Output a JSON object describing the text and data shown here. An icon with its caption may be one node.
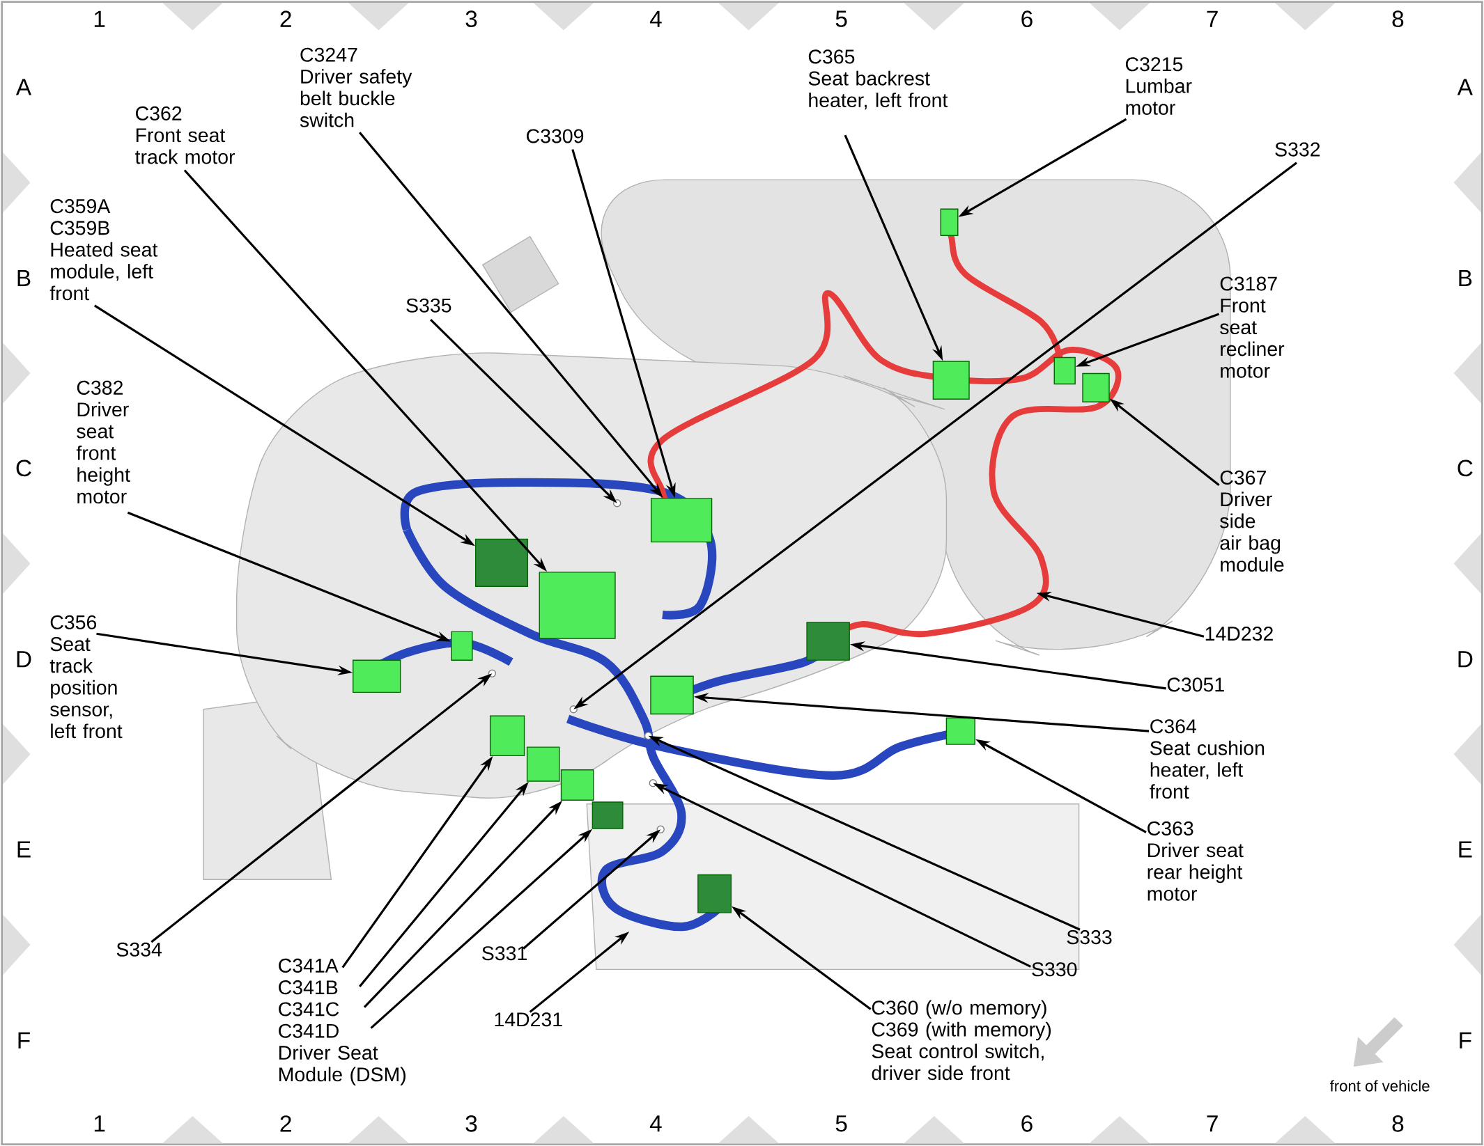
{
  "diagram": {
    "nodes": [
      {
        "text": [
          "C3247",
          "Driver safety belt buckle switch"
        ]
      },
      {
        "text": [
          "C362",
          "Front seat track motor"
        ]
      },
      {
        "text": [
          "C3309"
        ]
      },
      {
        "text": [
          "C365",
          "Seat backrest heater, left front"
        ]
      },
      {
        "text": [
          "C3215",
          "Lumbar motor"
        ]
      },
      {
        "text": [
          "S332"
        ]
      },
      {
        "text": [
          "C359A",
          "C359B",
          "Heated seat module, left front"
        ]
      },
      {
        "text": [
          "S335"
        ]
      },
      {
        "text": [
          "C3187",
          "Front seat recliner motor"
        ]
      },
      {
        "text": [
          "C382",
          "Driver seat front height motor"
        ]
      },
      {
        "text": [
          "C367",
          "Driver side air bag module"
        ]
      },
      {
        "text": [
          "C356",
          "Seat track position sensor, left front"
        ]
      },
      {
        "text": [
          "14D232"
        ]
      },
      {
        "text": [
          "C3051"
        ]
      },
      {
        "text": [
          "C364",
          "Seat cushion heater, left front"
        ]
      },
      {
        "text": [
          "C363",
          "Driver seat rear height motor"
        ]
      },
      {
        "text": [
          "S334"
        ]
      },
      {
        "text": [
          "S333"
        ]
      },
      {
        "text": [
          "C341A",
          "C341B",
          "C341C",
          "C341D",
          "Driver Seat Module (DSM)"
        ]
      },
      {
        "text": [
          "S331"
        ]
      },
      {
        "text": [
          "S330"
        ]
      },
      {
        "text": [
          "14D231"
        ]
      },
      {
        "text": [
          "C360 (w/o memory)",
          "C369 (with memory)",
          "Seat control switch, driver side front"
        ]
      },
      {
        "text": [],
        "shape": "box"
      },
      {
        "text": [],
        "shape": "box"
      },
      {
        "text": [],
        "shape": "box"
      },
      {
        "text": [],
        "shape": "box"
      },
      {
        "text": [],
        "shape": "box"
      },
      {
        "text": [],
        "shape": "box"
      },
      {
        "text": [],
        "shape": "box"
      },
      {
        "text": [],
        "shape": "box"
      },
      {
        "text": [],
        "shape": "box"
      },
      {
        "text": [],
        "shape": "box"
      },
      {
        "text": [],
        "shape": "box"
      },
      {
        "text": [],
        "shape": "box"
      },
      {
        "text": [],
        "shape": "box"
      },
      {
        "text": [],
        "shape": "box"
      },
      {
        "text": [],
        "shape": "box"
      },
      {
        "text": [],
        "shape": "box"
      },
      {
        "text": [],
        "shape": "box"
      }
    ],
    "edges": [
      {
        "from": 0,
        "to": 31,
        "arrow": "to"
      },
      {
        "from": 1,
        "to": 28,
        "arrow": "to"
      },
      {
        "from": 2,
        "to": 31,
        "arrow": "to"
      },
      {
        "from": 3,
        "to": 36,
        "arrow": "to"
      },
      {
        "from": 4,
        "to": 35,
        "arrow": "to"
      },
      {
        "from": 5,
        "to": null,
        "arrow": "to"
      },
      {
        "from": 6,
        "to": 25,
        "arrow": "to"
      },
      {
        "from": 7,
        "to": null,
        "arrow": "to"
      },
      {
        "from": 8,
        "to": 38,
        "arrow": "to"
      },
      {
        "from": 9,
        "to": 24,
        "arrow": "to"
      },
      {
        "from": 10,
        "to": 39,
        "arrow": "to"
      },
      {
        "from": 11,
        "to": 23,
        "arrow": "to"
      },
      {
        "from": 12,
        "to": null,
        "arrow": "to"
      },
      {
        "from": 13,
        "to": 34,
        "arrow": "to"
      },
      {
        "from": 14,
        "to": 32,
        "arrow": "to"
      },
      {
        "from": 15,
        "to": 37,
        "arrow": "to"
      },
      {
        "from": 16,
        "to": null,
        "arrow": "to"
      },
      {
        "from": 17,
        "to": null,
        "arrow": "to"
      },
      {
        "from": 18,
        "to": 26,
        "arrow": "to"
      },
      {
        "from": 18,
        "to": 27,
        "arrow": "to"
      },
      {
        "from": 18,
        "to": 29,
        "arrow": "to"
      },
      {
        "from": 18,
        "to": 30,
        "arrow": "to"
      },
      {
        "from": 19,
        "to": null,
        "arrow": "to"
      },
      {
        "from": 20,
        "to": null,
        "arrow": "to"
      },
      {
        "from": 21,
        "to": null,
        "arrow": "to"
      },
      {
        "from": 22,
        "to": 33,
        "arrow": "to"
      }
    ],
    "labels": [
      "1",
      "2",
      "3",
      "4",
      "5",
      "6",
      "7",
      "8",
      "A",
      "A",
      "B",
      "B",
      "C",
      "C",
      "D",
      "D",
      "E",
      "E",
      "F",
      "F",
      "front of vehicle",
      "1",
      "2",
      "3",
      "4",
      "5",
      "6",
      "7",
      "8"
    ]
  }
}
